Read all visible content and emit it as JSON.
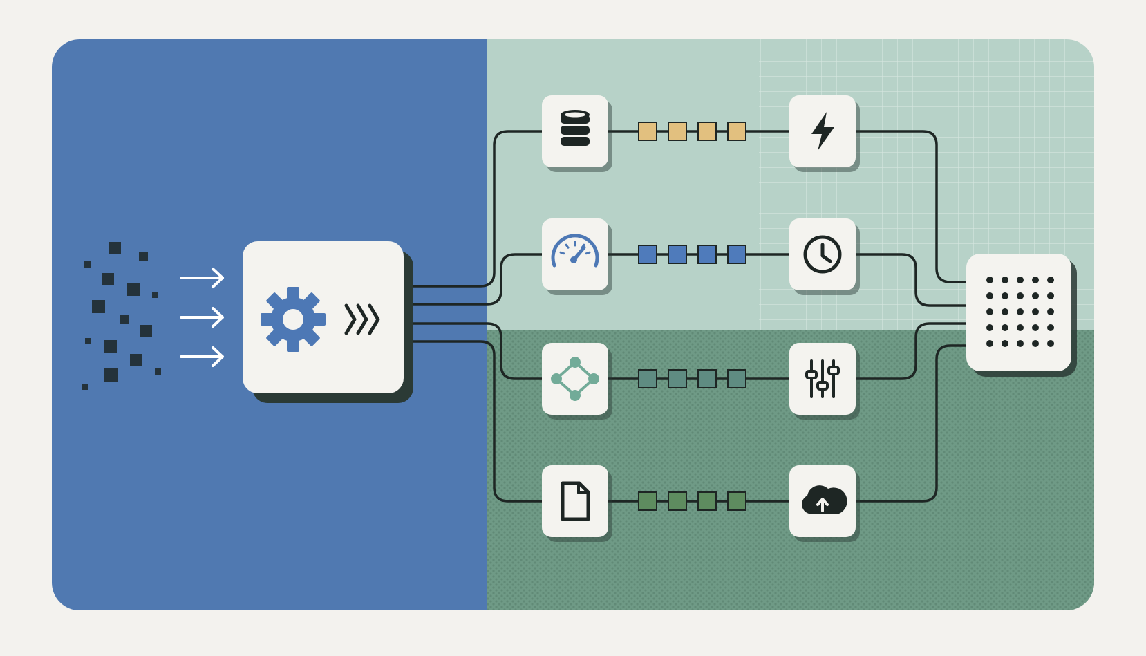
{
  "colors": {
    "page_background": "#f3f2ee",
    "left_panel": "#5079b1",
    "right_top_panel": "#b7d2c8",
    "right_bottom_panel": "#6f9a86",
    "card": "#f4f3ef",
    "card_shadow": "#2b3a35",
    "line": "#1e2624",
    "accent_blue": "#4d78b5",
    "accent_teal": "#72ab98"
  },
  "source": {
    "arrows": 3,
    "icons": [
      "gear-icon",
      "chevrons-right-icon"
    ]
  },
  "lanes": [
    {
      "start_icon": "database-icon",
      "end_icon": "lightning-icon",
      "packet_color": "#e2c07f",
      "packets": 4
    },
    {
      "start_icon": "gauge-icon",
      "end_icon": "clock-icon",
      "packet_color": "#4f7bbb",
      "packets": 4
    },
    {
      "start_icon": "network-nodes-icon",
      "end_icon": "sliders-icon",
      "packet_color": "#5f8c82",
      "packets": 4
    },
    {
      "start_icon": "file-icon",
      "end_icon": "cloud-upload-icon",
      "packet_color": "#5e8c5f",
      "packets": 4
    }
  ],
  "destination": {
    "icon": "dot-grid-icon",
    "dot_rows": 5,
    "dot_cols": 5
  }
}
